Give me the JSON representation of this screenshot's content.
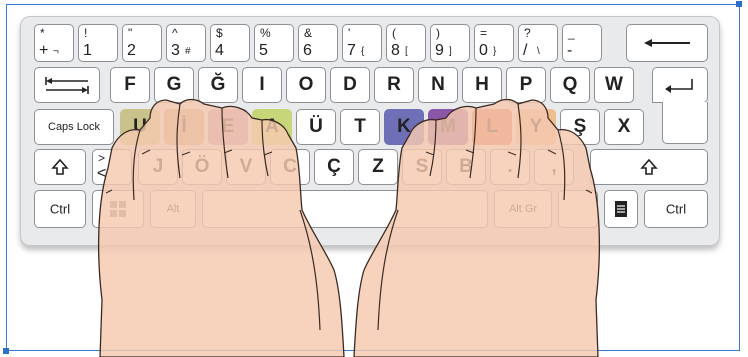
{
  "rows": {
    "number_row": [
      {
        "top": "*",
        "bottom": "+",
        "alt": "¬"
      },
      {
        "top": "!",
        "bottom": "1",
        "alt": ""
      },
      {
        "top": "\"",
        "bottom": "2",
        "alt": ""
      },
      {
        "top": "^",
        "bottom": "3",
        "alt": "#"
      },
      {
        "top": "$",
        "bottom": "4",
        "alt": ""
      },
      {
        "top": "%",
        "bottom": "5",
        "alt": ""
      },
      {
        "top": "&",
        "bottom": "6",
        "alt": ""
      },
      {
        "top": "'",
        "bottom": "7",
        "alt": "{"
      },
      {
        "top": "(",
        "bottom": "8",
        "alt": "["
      },
      {
        "top": ")",
        "bottom": "9",
        "alt": "]"
      },
      {
        "top": "=",
        "bottom": "0",
        "alt": "}"
      },
      {
        "top": "?",
        "bottom": "/",
        "alt": "\\"
      },
      {
        "top": "_",
        "bottom": "-",
        "alt": ""
      }
    ],
    "top_row": [
      "F",
      "G",
      "Ğ",
      "I",
      "O",
      "D",
      "R",
      "N",
      "H",
      "P",
      "Q",
      "W"
    ],
    "home_row": [
      "U",
      "İ",
      "E",
      "A",
      "Ü",
      "T",
      "K",
      "M",
      "L",
      "Y",
      "Ş",
      "X"
    ],
    "bottom_row": [
      "J",
      "Ö",
      "V",
      "C",
      "Ç",
      "Z",
      "S",
      "B",
      ".",
      ","
    ]
  },
  "labels": {
    "caps_lock": "Caps Lock",
    "ctrl_left": "Ctrl",
    "alt": "Alt",
    "alt_gr": "Alt Gr",
    "ctrl_right": "Ctrl",
    "backspace_icon": "long-left-arrow",
    "tab_icon": "tab-arrows",
    "enter_icon": "return-arrow",
    "shift_icon": "up-arrow-outline",
    "windows_icon": "windows-logo",
    "menu_icon": "context-menu"
  },
  "finger_colors": {
    "U": "#c9c28a",
    "İ": "#c9a180",
    "E": "#b58fb7",
    "A": "#c8d67a",
    "K": "#6f6fb7",
    "M": "#8b56a8",
    "L": "#e2684c",
    "Y": "#f0be8e"
  },
  "colors": {
    "frame": "#3a7bd5",
    "keyboard": "#e9eaec",
    "key": "#ffffff",
    "skin": "#f5c9b0"
  }
}
